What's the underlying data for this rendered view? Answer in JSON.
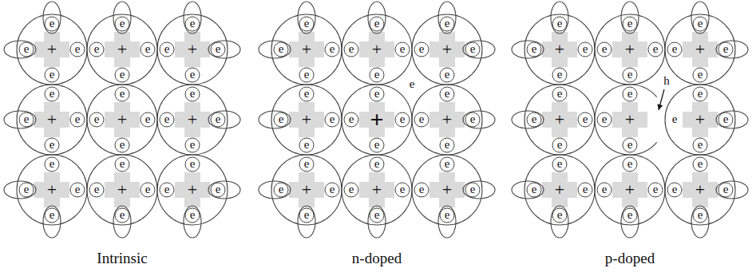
{
  "diagram": {
    "labels": [
      "e",
      "e",
      "+",
      "e",
      "e",
      "e",
      "e",
      "+",
      "e",
      "e",
      "e",
      "e",
      "+",
      "e",
      "e",
      "e",
      "e",
      "+",
      "e",
      "e",
      "e",
      "e",
      "+",
      "e",
      "e",
      "e",
      "e",
      "+",
      "e",
      "e",
      "e",
      "e",
      "+",
      "e",
      "e",
      "e",
      "e",
      "+",
      "e",
      "e",
      "e",
      "e",
      "+",
      "e",
      "e",
      "Intrinsic",
      "e",
      "e",
      "+",
      "e",
      "e",
      "e",
      "e",
      "+",
      "e",
      "e",
      "e",
      "e",
      "+",
      "e",
      "e",
      "e",
      "e",
      "+",
      "e",
      "e",
      "e",
      "e",
      "+",
      "e",
      "e",
      "e",
      "e",
      "+",
      "e",
      "e",
      "e",
      "e",
      "+",
      "e",
      "e",
      "e",
      "e",
      "+",
      "e",
      "e",
      "e",
      "e",
      "+",
      "e",
      "e",
      "e",
      "n-doped",
      "e",
      "e",
      "+",
      "e",
      "e",
      "e",
      "e",
      "+",
      "e",
      "e",
      "e",
      "e",
      "+",
      "e",
      "e",
      "e",
      "e",
      "+",
      "e",
      "e",
      "e",
      "e",
      "+",
      "e",
      "e",
      "e",
      "+",
      "e",
      "e",
      "e",
      "e",
      "+",
      "e",
      "e",
      "e",
      "e",
      "+",
      "e",
      "e",
      "e",
      "e",
      "+",
      "e",
      "e",
      "h",
      "p-doped"
    ]
  }
}
